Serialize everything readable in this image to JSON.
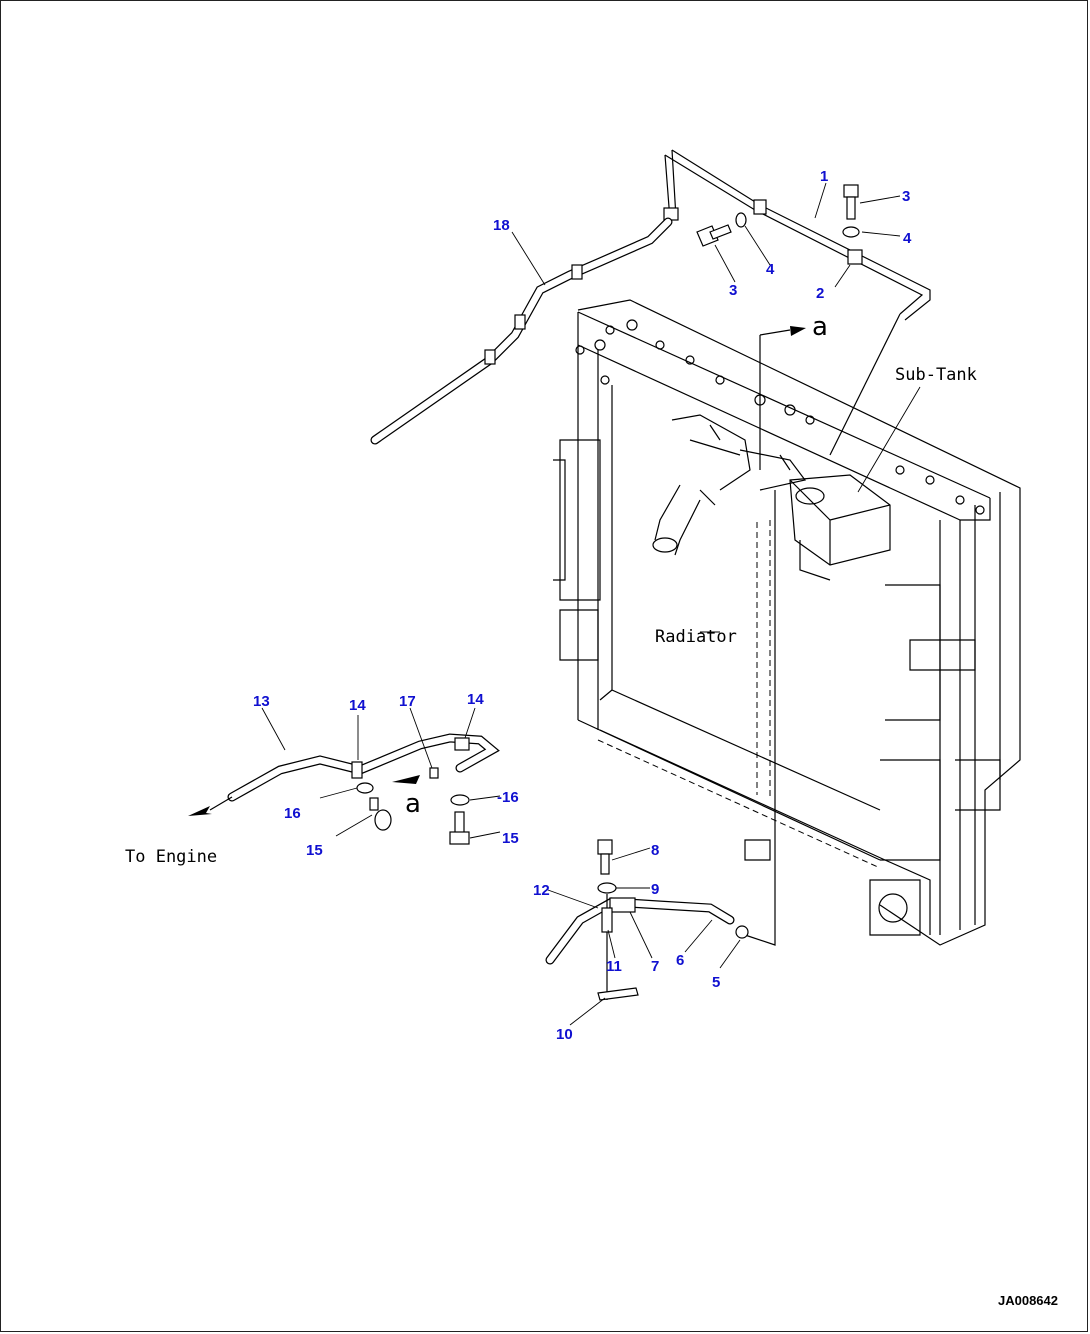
{
  "diagram": {
    "labels": {
      "sub_tank": "Sub-Tank",
      "radiator": "Radiator",
      "to_engine": "To Engine",
      "ref_a_top": "a",
      "ref_a_bottom": "a"
    },
    "callouts": {
      "c1": "1",
      "c2": "2",
      "c3a": "3",
      "c3b": "3",
      "c4a": "4",
      "c4b": "4",
      "c5": "5",
      "c6": "6",
      "c7": "7",
      "c8": "8",
      "c9": "9",
      "c10": "10",
      "c11": "11",
      "c12": "12",
      "c13": "13",
      "c14a": "14",
      "c14b": "14",
      "c15a": "15",
      "c15b": "15",
      "c16a": "16",
      "c16b": "-16",
      "c17": "17",
      "c18": "18"
    },
    "document_id": "JA008642",
    "colors": {
      "callout": "#1010d0",
      "line": "#000000"
    }
  }
}
